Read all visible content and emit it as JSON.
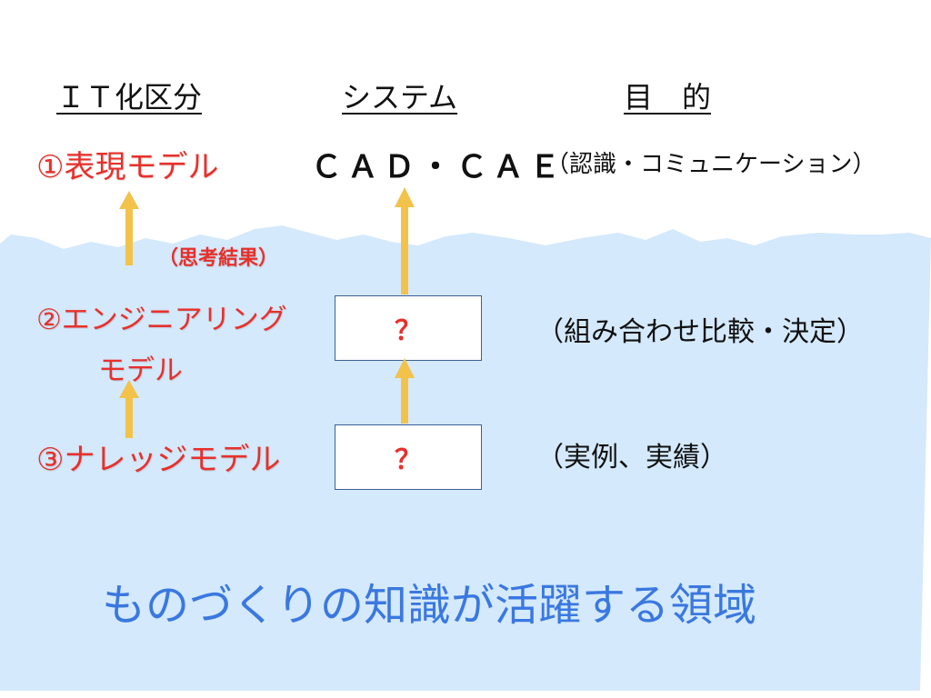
{
  "headers": {
    "category": "ＩＴ化区分",
    "system": "システム",
    "purpose": "目　的"
  },
  "levels": [
    {
      "label": "①表現モデル",
      "system": "ＣＡＤ・ＣＡＥ",
      "purpose": "（認識・コミュニケーション）"
    },
    {
      "label_line1": "②エンジニアリング",
      "label_line2": "モデル",
      "system": "？",
      "purpose": "（組み合わせ比較・決定）"
    },
    {
      "label": "③ナレッジモデル",
      "system": "？",
      "purpose": "（実例、実績）"
    }
  ],
  "arrow_note": "（思考結果）",
  "footer": "ものづくりの知識が活躍する領域",
  "colors": {
    "red": "#e8302b",
    "arrow": "#f2c24a",
    "water": "#d4e9fb",
    "footer_blue": "#3a78e0",
    "box_border": "#3a5f96"
  }
}
